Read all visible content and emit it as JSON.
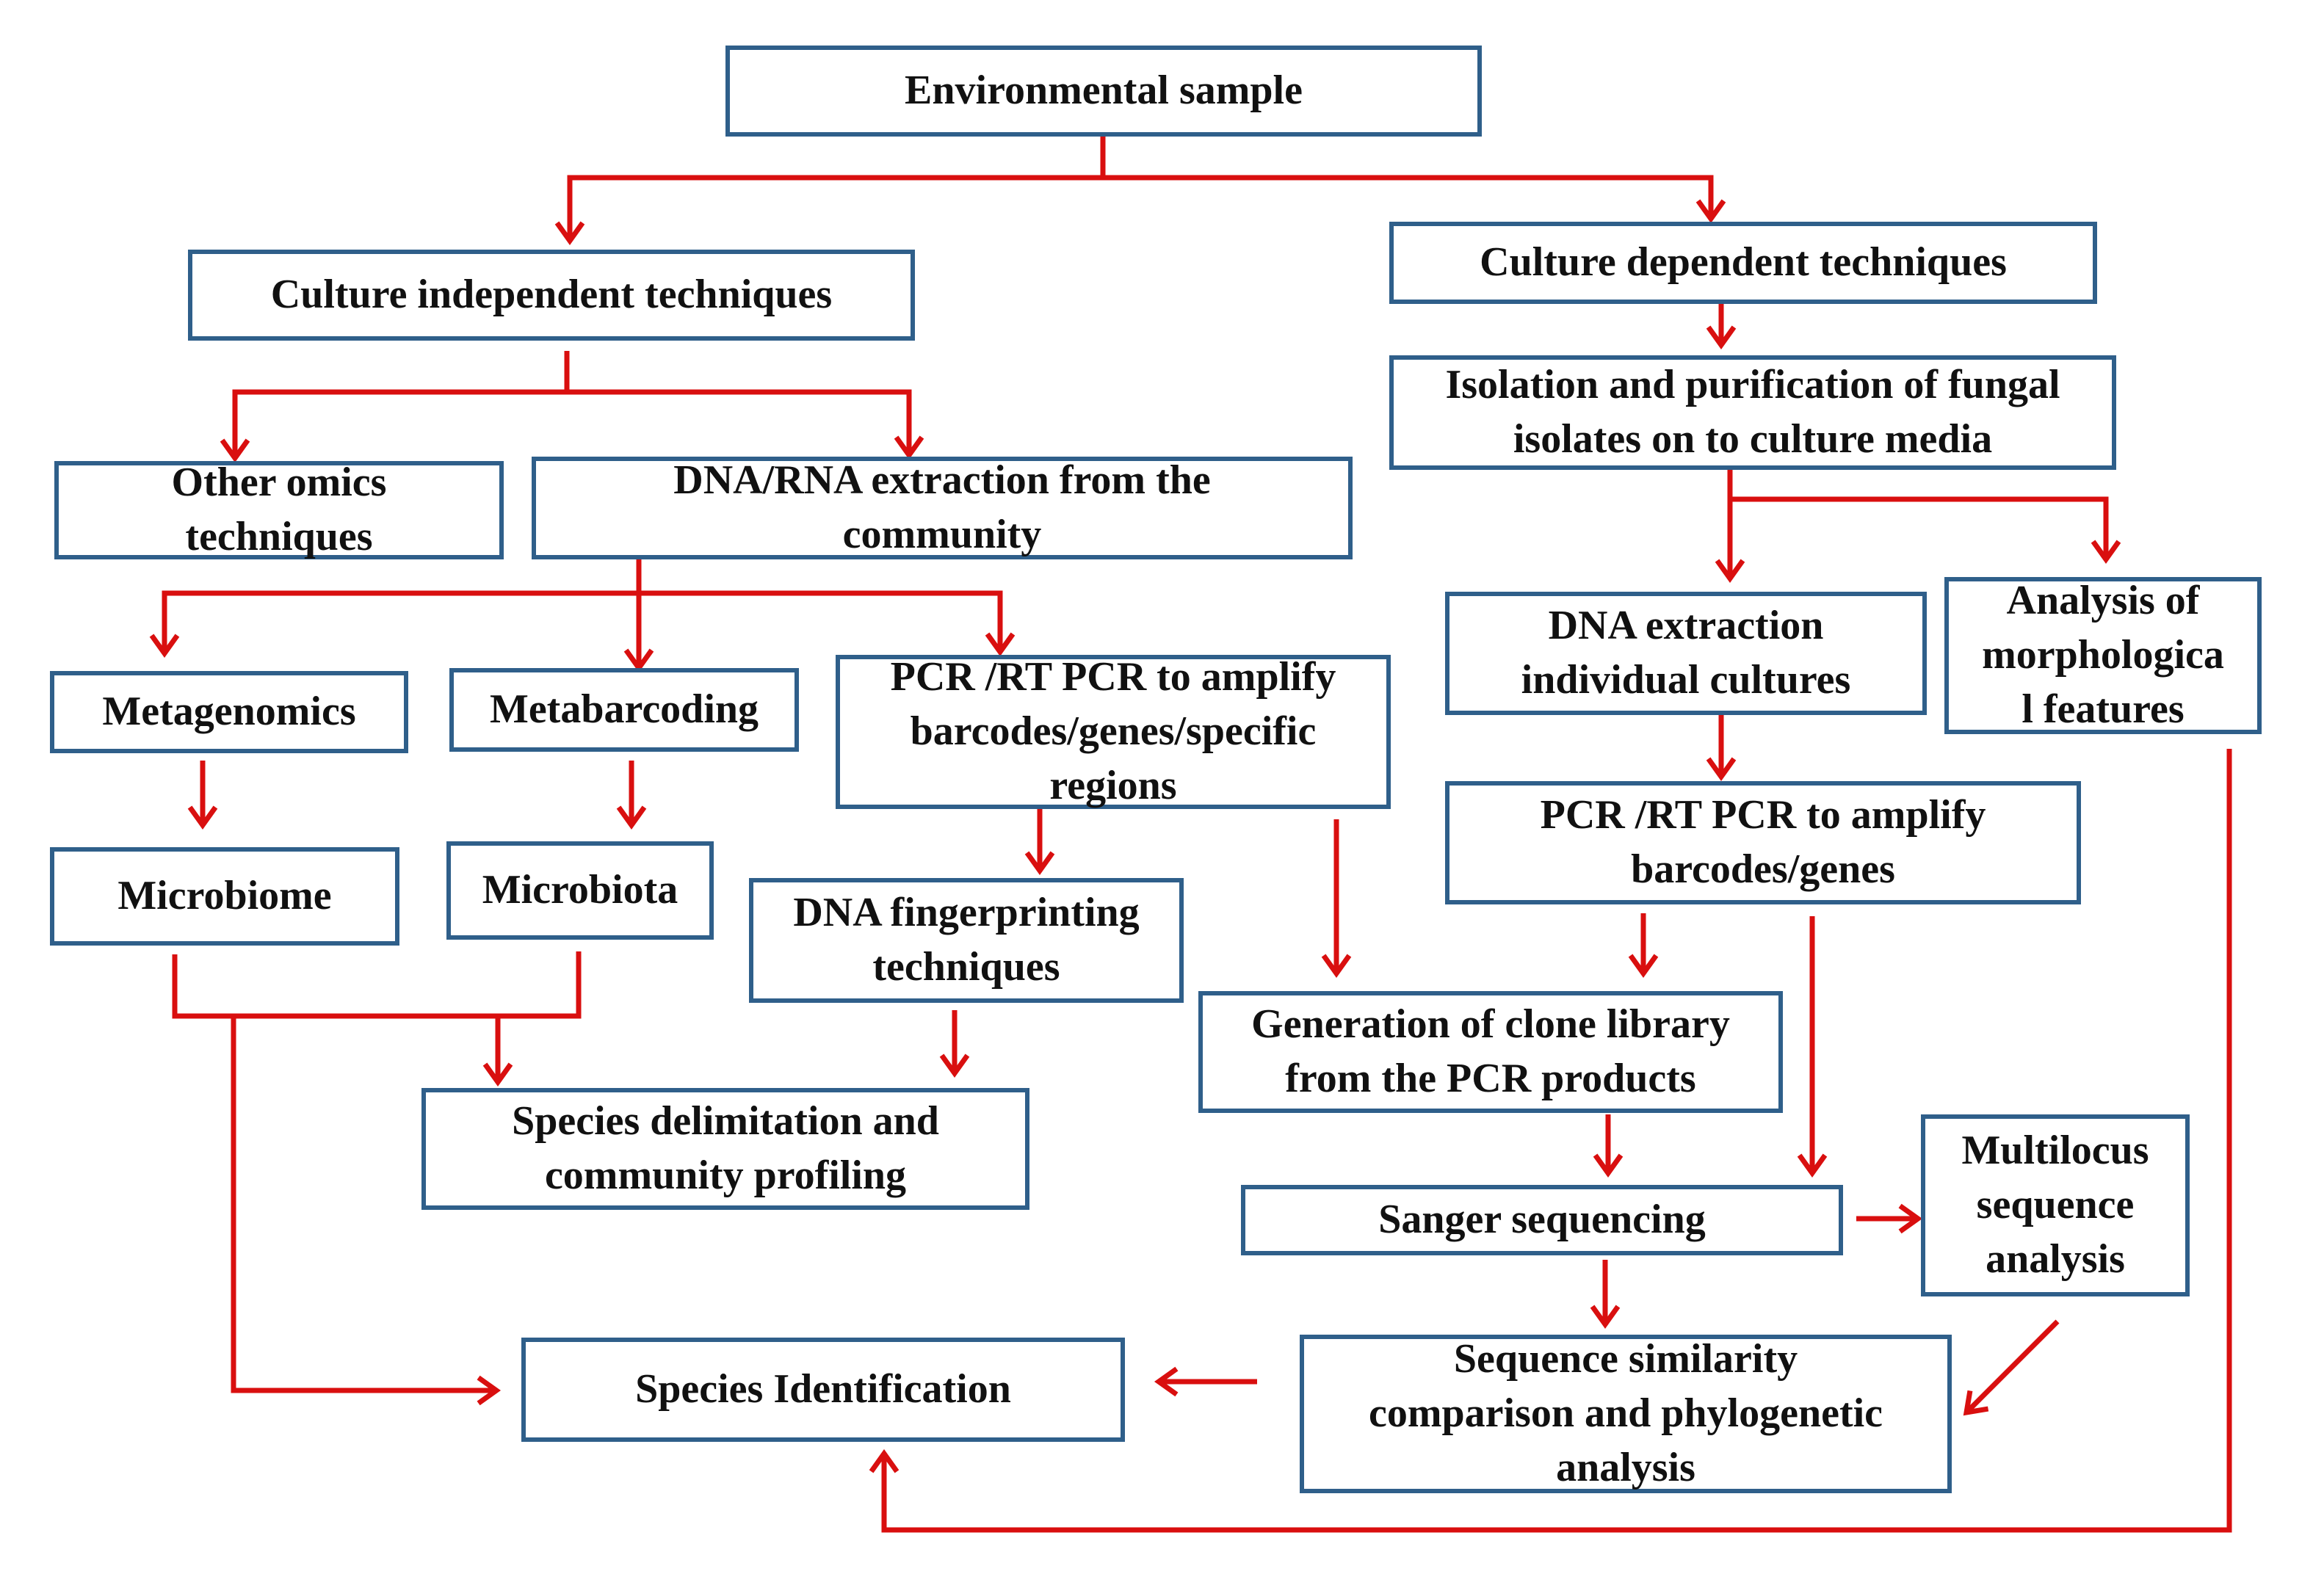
{
  "colors": {
    "box_border": "#2f5f8a",
    "arrow": "#d90f0f",
    "text": "#111111"
  },
  "nodes": {
    "env_sample": "Environmental sample",
    "culture_independent": "Culture independent techniques",
    "culture_dependent": "Culture dependent techniques",
    "isolation": "Isolation and purification of fungal\nisolates on to culture media",
    "other_omics": "Other omics\ntechniques",
    "dna_rna_extraction": "DNA/RNA extraction from the\ncommunity",
    "dna_extraction_individual": "DNA extraction\nindividual cultures",
    "morphological": "Analysis of\nmorphologica\nl features",
    "metagenomics": "Metagenomics",
    "metabarcoding": "Metabarcoding",
    "pcr_specific": "PCR /RT PCR  to amplify\nbarcodes/genes/specific\nregions",
    "pcr_barcodes": "PCR /RT PCR  to amplify\nbarcodes/genes",
    "microbiome": "Microbiome",
    "microbiota": "Microbiota",
    "fingerprinting": "DNA fingerprinting\ntechniques",
    "clone_library": "Generation of clone library\nfrom the PCR products",
    "species_delimitation": "Species  delimitation and\ncommunity profiling",
    "sanger": "Sanger sequencing",
    "multilocus": "Multilocus\nsequence\nanalysis",
    "species_identification": "Species Identification",
    "similarity": "Sequence similarity\ncomparison and phylogenetic\nanalysis"
  }
}
